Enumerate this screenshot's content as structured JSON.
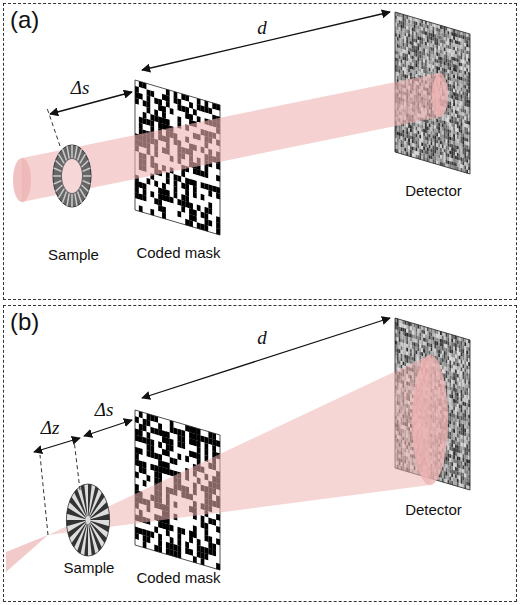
{
  "diagram": {
    "nodes": [
      {
        "text": [
          "(a)"
        ]
      },
      {
        "text": [
          "Detector"
        ],
        "in": 0
      },
      {
        "text": [
          "Sample"
        ],
        "in": 0
      },
      {
        "text": [
          "Coded mask"
        ],
        "in": 0
      },
      {
        "text": [
          "(b)"
        ]
      },
      {
        "text": [
          "Detector"
        ],
        "in": 4
      },
      {
        "text": [
          "Sample"
        ],
        "in": 4
      },
      {
        "text": [
          "Coded mask"
        ],
        "in": 4
      }
    ],
    "labels": [
      "Δs",
      "d",
      "Δz",
      "Δs",
      "d"
    ]
  }
}
